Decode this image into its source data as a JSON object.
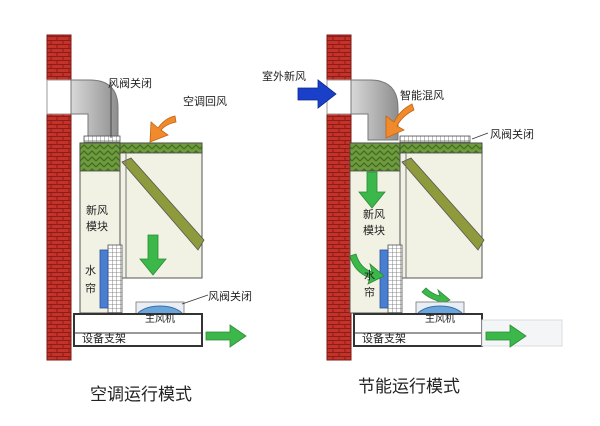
{
  "left_panel": {
    "damper_closed_top": "风阀关闭",
    "return_air": "空调回风",
    "fresh_air_module_line1": "新风",
    "fresh_air_module_line2": "模块",
    "water_curtain_line1": "水",
    "water_curtain_line2": "帘",
    "damper_closed_bottom": "风阀关闭",
    "main_fan": "主风机",
    "equipment_support": "设备支架",
    "caption": "空调运行模式"
  },
  "right_panel": {
    "outdoor_fresh_air": "室外新风",
    "smart_mixed_air": "智能混风",
    "damper_closed": "风阀关闭",
    "fresh_air_module_line1": "新风",
    "fresh_air_module_line2": "模块",
    "water_curtain_line1": "水",
    "water_curtain_line2": "帘",
    "main_fan": "主风机",
    "equipment_support": "设备支架",
    "caption": "节能运行模式"
  },
  "colors": {
    "brick": "#c4322a",
    "duct": "#a8a8a8",
    "cabinet_fill": "#f1f1e4",
    "cabinet_stroke": "#555555",
    "filter_green": "#5f8f3a",
    "panel_olive": "#8e9a3b",
    "green_arrow": "#3cb84a",
    "orange_arrow": "#f08a2a",
    "blue_arrow": "#1a3fc8",
    "water_blue": "#4a7fd0",
    "fan_blue": "#6aa6dc"
  }
}
